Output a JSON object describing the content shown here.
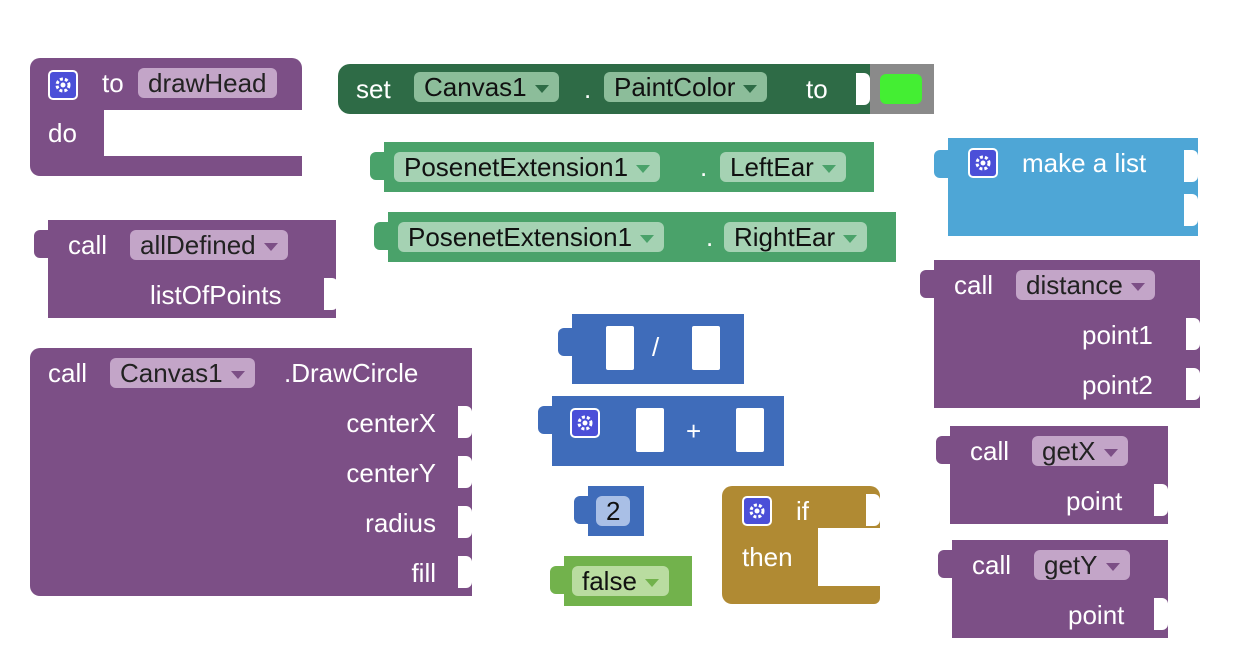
{
  "colors": {
    "procedure": "#7c4f86",
    "set_block": "#2e6b46",
    "component_getter": "#4aa26a",
    "math": "#3f6cba",
    "list": "#4ea6d6",
    "logic": "#72b24c",
    "control": "#b08a33",
    "color_swatch": "#44ee33"
  },
  "to_block": {
    "to": "to",
    "name": "drawHead",
    "do": "do"
  },
  "set_block": {
    "set": "set",
    "component": "Canvas1",
    "dot": ".",
    "property": "PaintColor",
    "to": "to"
  },
  "left_ear": {
    "component": "PosenetExtension1",
    "dot": ".",
    "property": "LeftEar"
  },
  "right_ear": {
    "component": "PosenetExtension1",
    "dot": ".",
    "property": "RightEar"
  },
  "make_list": {
    "label": "make a list"
  },
  "call_all_defined": {
    "call": "call",
    "name": "allDefined",
    "arg": "listOfPoints"
  },
  "call_distance": {
    "call": "call",
    "name": "distance",
    "args": [
      "point1",
      "point2"
    ]
  },
  "call_draw_circle": {
    "call": "call",
    "component": "Canvas1",
    "method": ".DrawCircle",
    "args": [
      "centerX",
      "centerY",
      "radius",
      "fill"
    ]
  },
  "divide": {
    "op": "/"
  },
  "plus": {
    "op": "+"
  },
  "number": {
    "value": "2"
  },
  "boolean": {
    "value": "false"
  },
  "if_block": {
    "if": "if",
    "then": "then"
  },
  "call_getx": {
    "call": "call",
    "name": "getX",
    "arg": "point"
  },
  "call_gety": {
    "call": "call",
    "name": "getY",
    "arg": "point"
  }
}
